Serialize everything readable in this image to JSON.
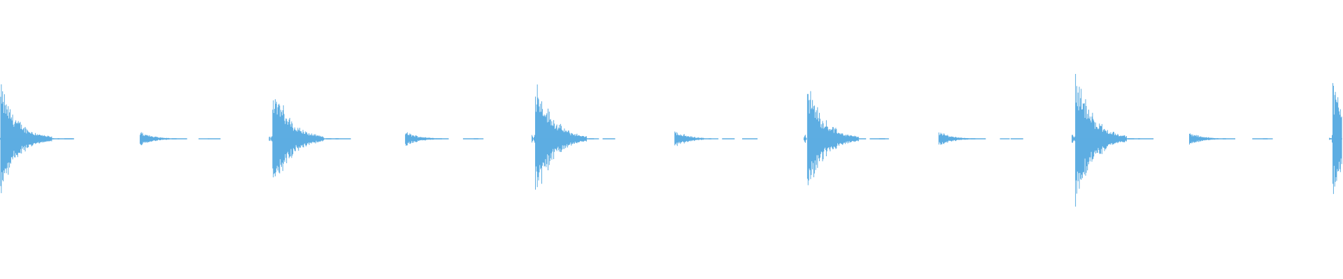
{
  "waveform": {
    "color": "#5DADE2",
    "background": "#FFFFFF",
    "duration_relative": 1.0,
    "baseline_amplitude": 0.0,
    "hits": [
      {
        "time": 0.0,
        "peak": 0.45,
        "decay": 0.012,
        "kind": "strong"
      },
      {
        "time": 0.104,
        "peak": 0.06,
        "decay": 0.01,
        "kind": "weak"
      },
      {
        "time": 0.203,
        "peak": 0.48,
        "decay": 0.012,
        "kind": "strong"
      },
      {
        "time": 0.302,
        "peak": 0.06,
        "decay": 0.01,
        "kind": "weak"
      },
      {
        "time": 0.399,
        "peak": 0.52,
        "decay": 0.012,
        "kind": "strong"
      },
      {
        "time": 0.503,
        "peak": 0.07,
        "decay": 0.01,
        "kind": "weak"
      },
      {
        "time": 0.602,
        "peak": 0.46,
        "decay": 0.012,
        "kind": "strong"
      },
      {
        "time": 0.7,
        "peak": 0.06,
        "decay": 0.01,
        "kind": "weak"
      },
      {
        "time": 0.802,
        "peak": 0.58,
        "decay": 0.012,
        "kind": "strong"
      },
      {
        "time": 0.887,
        "peak": 0.05,
        "decay": 0.01,
        "kind": "weak"
      },
      {
        "time": 0.994,
        "peak": 0.46,
        "decay": 0.012,
        "kind": "strong"
      }
    ],
    "ticks": [
      0.025,
      0.033,
      0.045,
      0.05,
      0.119,
      0.13,
      0.15,
      0.157,
      0.225,
      0.236,
      0.245,
      0.252,
      0.32,
      0.327,
      0.347,
      0.355,
      0.42,
      0.428,
      0.441,
      0.451,
      0.511,
      0.53,
      0.54,
      0.555,
      0.618,
      0.628,
      0.65,
      0.657,
      0.715,
      0.725,
      0.747,
      0.755,
      0.816,
      0.826,
      0.842,
      0.85,
      0.897,
      0.913,
      0.935,
      0.943
    ]
  }
}
